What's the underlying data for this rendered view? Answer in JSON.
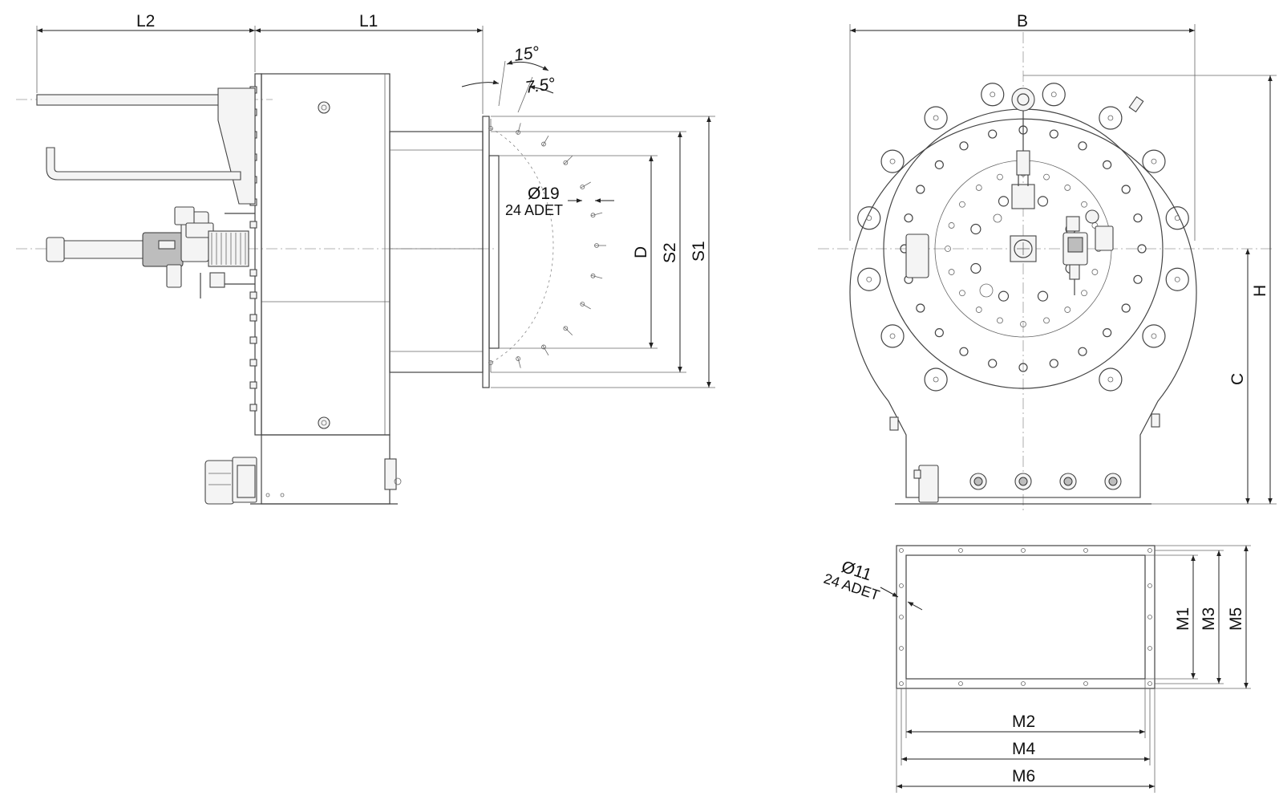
{
  "labels": {
    "l2": "L2",
    "l1": "L1",
    "angle_15": "15°",
    "angle_7_5": "7.5°",
    "hole_d19": "Ø19",
    "hole_d19_qty": "24 ADET",
    "d": "D",
    "s2": "S2",
    "s1": "S1",
    "b": "B",
    "h": "H",
    "c": "C",
    "hole_d11": "Ø11",
    "hole_d11_qty": "24 ADET",
    "m1": "M1",
    "m3": "M3",
    "m5": "M5",
    "m2": "M2",
    "m4": "M4",
    "m6": "M6"
  },
  "colors": {
    "line": "#444444",
    "dimension": "#222222",
    "centerline": "#9a9a9a",
    "background": "#ffffff"
  }
}
